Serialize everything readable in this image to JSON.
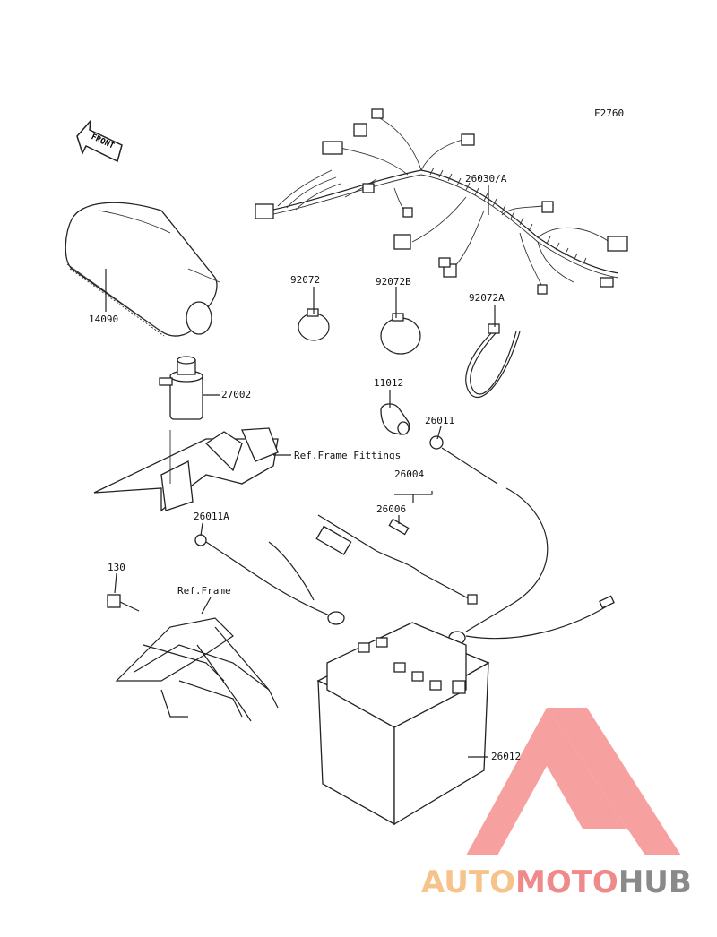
{
  "figure_code": "F2760",
  "front_arrow_text": "FRONT",
  "parts": [
    {
      "id": "harness",
      "number": "26030/A"
    },
    {
      "id": "cover",
      "number": "14090"
    },
    {
      "id": "band-92072",
      "number": "92072"
    },
    {
      "id": "band-92072b",
      "number": "92072B"
    },
    {
      "id": "band-92072a",
      "number": "92072A"
    },
    {
      "id": "relay",
      "number": "27002"
    },
    {
      "id": "boot",
      "number": "11012"
    },
    {
      "id": "cable-26011",
      "number": "26011"
    },
    {
      "id": "cable-26004",
      "number": "26004"
    },
    {
      "id": "fuse-26006",
      "number": "26006"
    },
    {
      "id": "cable-26011a",
      "number": "26011A"
    },
    {
      "id": "bolt",
      "number": "130"
    },
    {
      "id": "battery",
      "number": "26012"
    }
  ],
  "references": {
    "frame_fittings": "Ref.Frame Fittings",
    "frame": "Ref.Frame"
  },
  "watermark": {
    "part1": "AUTO",
    "part2": "MOTO",
    "part3": "HUB",
    "color_light": "#f6c48a",
    "color_mid": "#f08a8a",
    "color_dark": "#8a8a8a",
    "logo_color": "#f26b6b"
  }
}
